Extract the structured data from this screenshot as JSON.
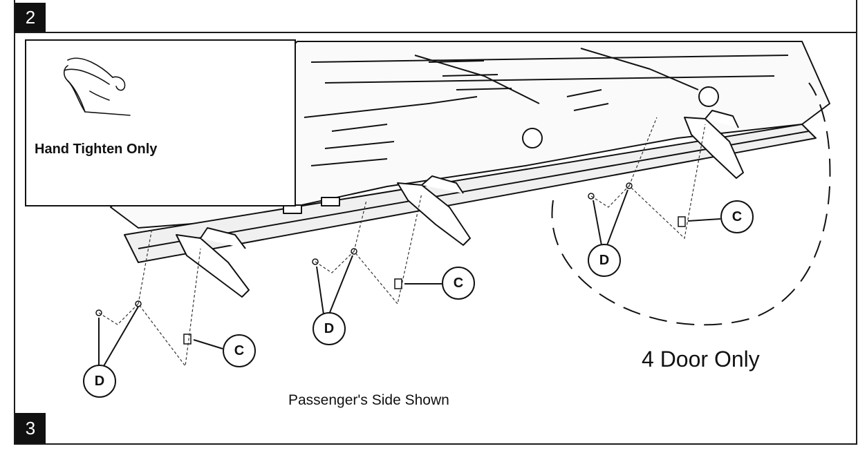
{
  "steps": {
    "top": "2",
    "bottom": "3"
  },
  "inset": {
    "caption": "Hand Tighten Only",
    "icon": "hand-icon"
  },
  "callouts": {
    "c": "C",
    "d": "D"
  },
  "labels": {
    "four_door": "4 Door Only",
    "side_shown": "Passenger's Side Shown"
  }
}
